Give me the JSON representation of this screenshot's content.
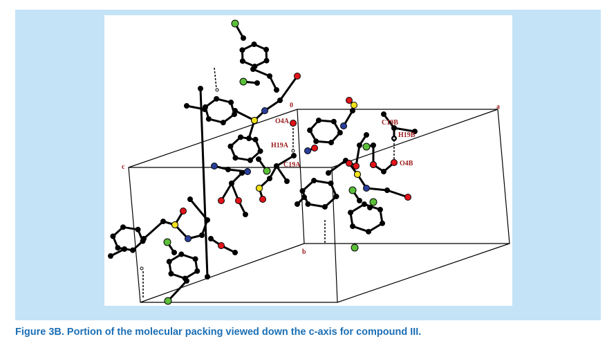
{
  "figure": {
    "axis_labels": {
      "origin": "0",
      "a": "a",
      "b": "b",
      "c": "c"
    },
    "atom_labels": {
      "o4a": "O4A",
      "h19a": "H19A",
      "c19a": "C19A",
      "c19b": "C19B",
      "h19b": "H19B",
      "o4b": "O4B"
    },
    "colors": {
      "carbon": "#000000",
      "oxygen": "#e0141a",
      "nitrogen": "#2a3f9a",
      "sulfur": "#f2e21a",
      "chlorine": "#5cbf3a",
      "label": "#9b1b1b"
    }
  },
  "caption": "Figure 3B. Portion of the molecular packing viewed down the c-axis for compound III."
}
